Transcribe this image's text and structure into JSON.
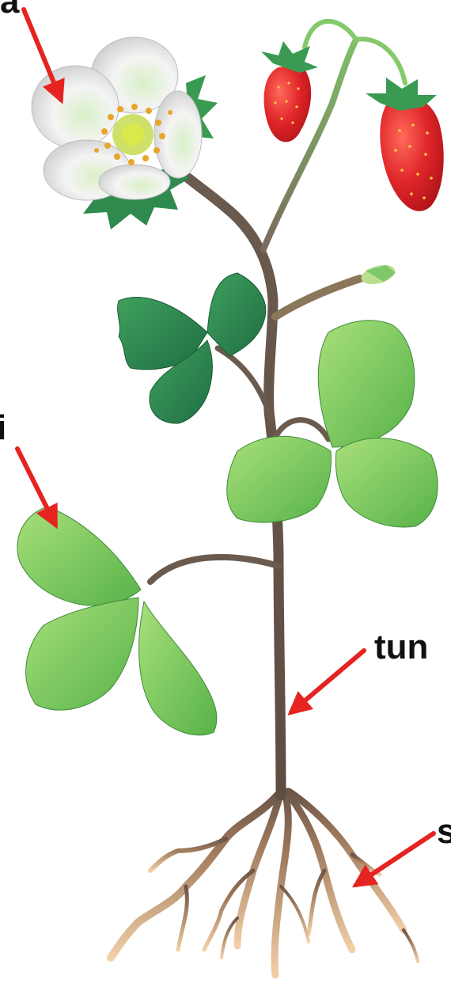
{
  "labels": {
    "flower": "a",
    "leaf": "i",
    "stem": "tun",
    "root": "s"
  },
  "colors": {
    "arrow": "#e52421",
    "stem": "#6b5a4e",
    "leaf_dark": "#2f8a4e",
    "leaf_light": "#8fd66a",
    "fruit": "#d81f26",
    "root": "#e7c39d",
    "petal": "#ededed"
  }
}
